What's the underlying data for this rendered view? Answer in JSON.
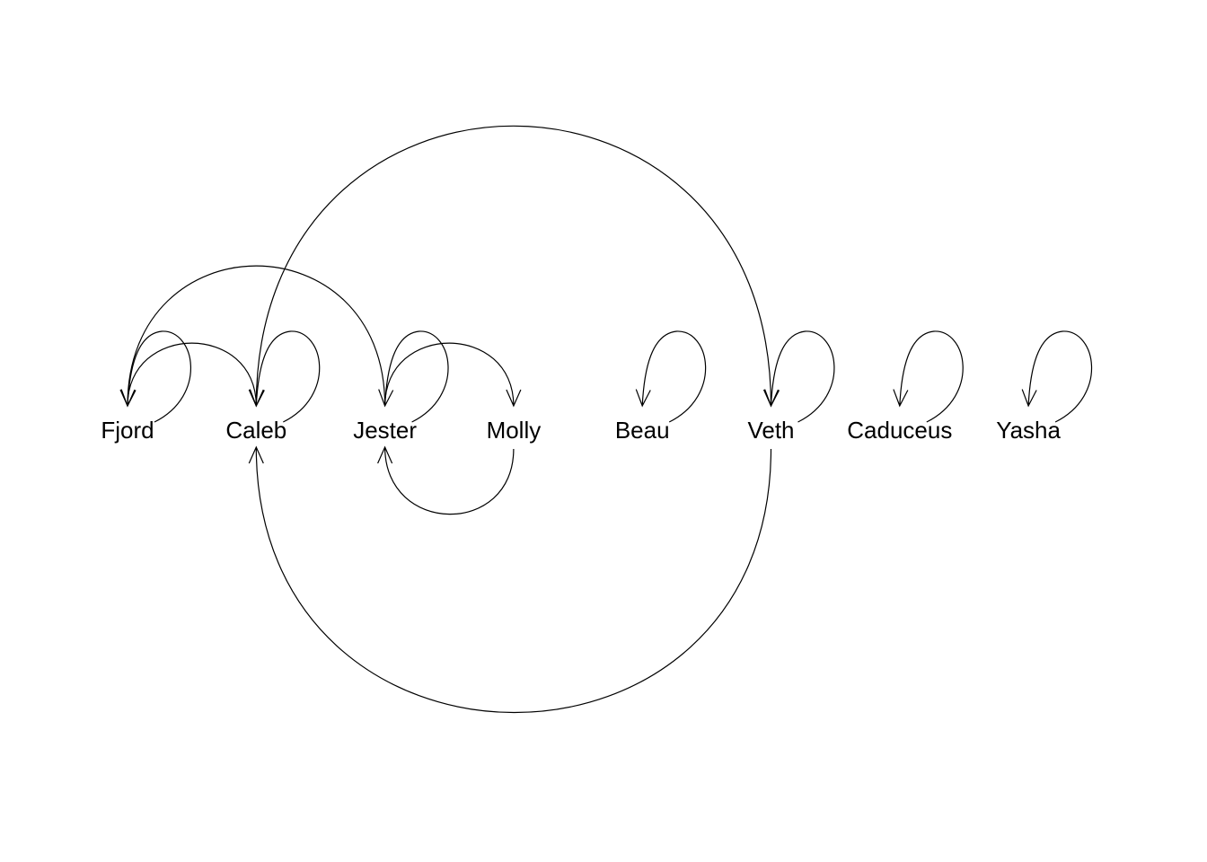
{
  "diagram": {
    "type": "arc-diagram",
    "nodes": [
      "Fjord",
      "Caleb",
      "Jester",
      "Molly",
      "Beau",
      "Veth",
      "Caduceus",
      "Yasha"
    ],
    "edges": [
      {
        "from": "Fjord",
        "to": "Fjord"
      },
      {
        "from": "Caleb",
        "to": "Caleb"
      },
      {
        "from": "Jester",
        "to": "Jester"
      },
      {
        "from": "Beau",
        "to": "Beau"
      },
      {
        "from": "Veth",
        "to": "Veth"
      },
      {
        "from": "Caduceus",
        "to": "Caduceus"
      },
      {
        "from": "Yasha",
        "to": "Yasha"
      },
      {
        "from": "Fjord",
        "to": "Caleb"
      },
      {
        "from": "Jester",
        "to": "Fjord"
      },
      {
        "from": "Jester",
        "to": "Molly"
      },
      {
        "from": "Molly",
        "to": "Jester"
      },
      {
        "from": "Caleb",
        "to": "Veth"
      },
      {
        "from": "Veth",
        "to": "Caleb"
      }
    ],
    "stroke_color": "#000000",
    "background_color": "#ffffff"
  }
}
